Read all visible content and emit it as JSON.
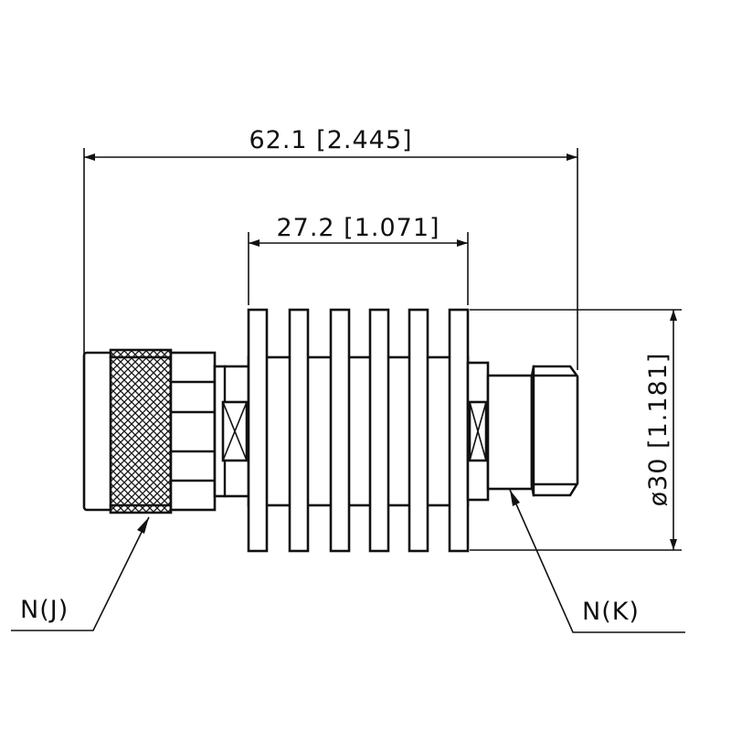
{
  "dimensions": {
    "overall_length": "62.1 [2.445]",
    "heatsink_length": "27.2 [1.071]",
    "diameter": "ø30 [1.181]"
  },
  "callouts": {
    "left_connector": "N(J)",
    "right_connector": "N(K)"
  }
}
